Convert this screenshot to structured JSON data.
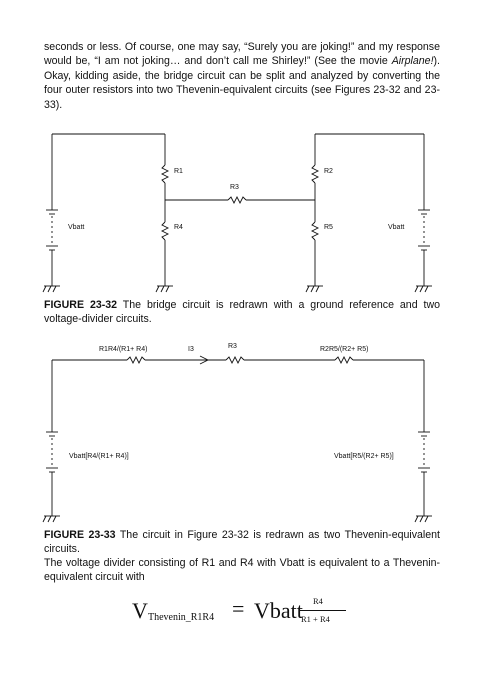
{
  "para1": {
    "text_before": "seconds or less. Of course, one may say, “Surely you are joking!” and my response would be, “I am not joking… and don’t call me Shirley!” (See the movie ",
    "movie": "Airplane!",
    "text_after": "). Okay, kidding aside, the bridge circuit can be split and analyzed by converting the four outer resistors into two Thevenin-equivalent circuits (see Figures 23-32 and 23-33)."
  },
  "fig32": {
    "labels": {
      "r1": "R1",
      "r2": "R2",
      "r3": "R3",
      "r4": "R4",
      "r5": "R5",
      "vbatt_left": "Vbatt",
      "vbatt_right": "Vbatt"
    },
    "caption_label": "FIGURE 23-32",
    "caption_text": " The bridge circuit is redrawn with a ground reference and two voltage-divider circuits."
  },
  "fig33": {
    "labels": {
      "left_res": "R1R4/(R1+ R4)",
      "current": "I3",
      "r3": "R3",
      "right_res": "R2R5/(R2+ R5)",
      "left_src": "Vbatt[R4/(R1+ R4)]",
      "right_src": "Vbatt[R5/(R2+ R5)]"
    },
    "caption_label": "FIGURE 23-33",
    "caption_text": " The circuit in Figure 23-32 is redrawn as two Thevenin-equivalent circuits."
  },
  "para2": {
    "text": "The voltage divider consisting of R1 and R4 with Vbatt is equivalent to a Thevenin-equivalent circuit with"
  },
  "formula": {
    "lhs_v": "V",
    "lhs_sub": "Thevenin_R1R4",
    "equals": "=",
    "rhs_v": "Vbatt",
    "numerator": "R4",
    "denominator": "R1 + R4"
  }
}
